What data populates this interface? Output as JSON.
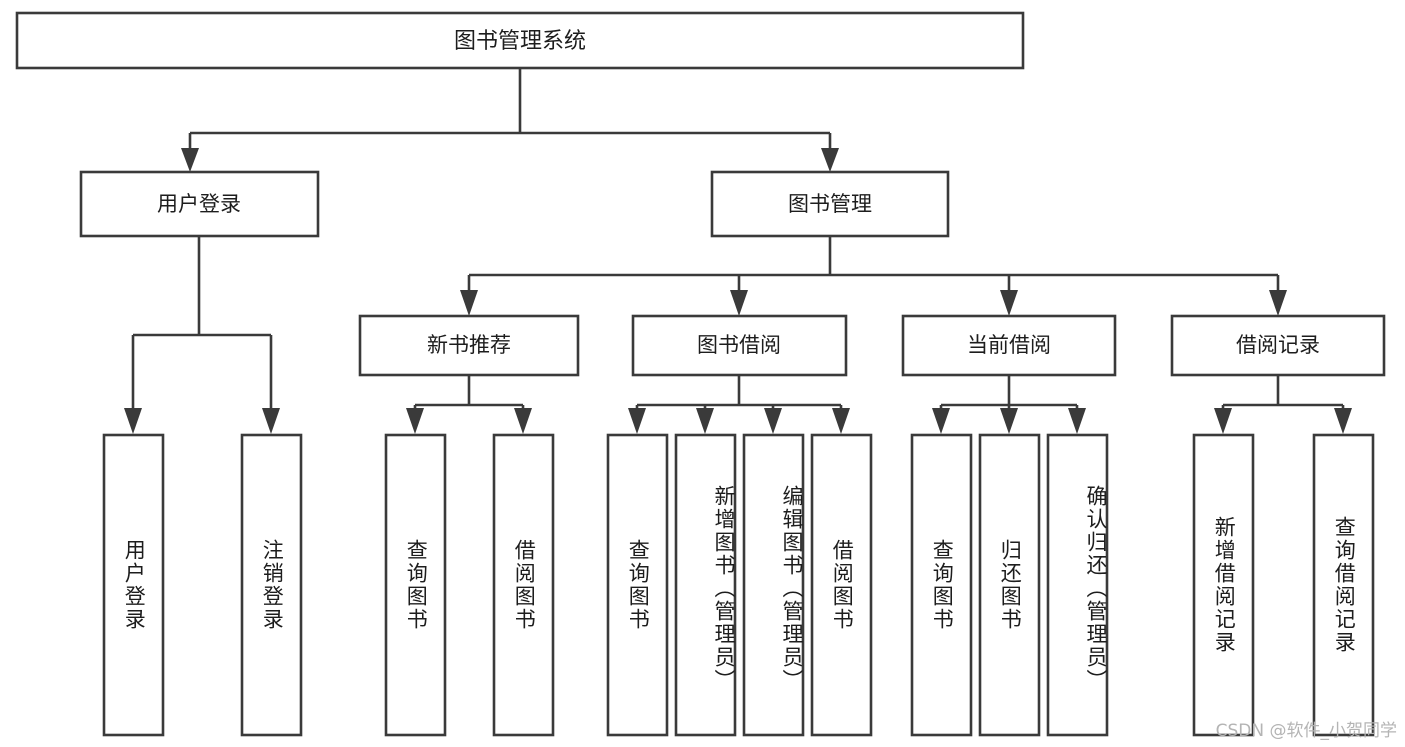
{
  "diagram": {
    "type": "tree",
    "title": "图书管理系统",
    "orientation": "top-down",
    "colors": {
      "box_stroke": "#3a3a3a",
      "box_fill": "#ffffff",
      "text": "#1d1d1d",
      "background": "#ffffff",
      "watermark": "#b4b4b4"
    },
    "root": {
      "label": "图书管理系统"
    },
    "level2": [
      {
        "label": "用户登录"
      },
      {
        "label": "图书管理"
      }
    ],
    "level3": [
      {
        "label": "新书推荐"
      },
      {
        "label": "图书借阅"
      },
      {
        "label": "当前借阅"
      },
      {
        "label": "借阅记录"
      }
    ],
    "leaves": {
      "user_login": [
        {
          "label": "用户登录"
        },
        {
          "label": "注销登录"
        }
      ],
      "new_book_recommend": [
        {
          "label": "查询图书"
        },
        {
          "label": "借阅图书"
        }
      ],
      "book_borrow": [
        {
          "label": "查询图书"
        },
        {
          "label": "新增图书（管理员）"
        },
        {
          "label": "编辑图书（管理员）"
        },
        {
          "label": "借阅图书"
        }
      ],
      "current_borrow": [
        {
          "label": "查询图书"
        },
        {
          "label": "归还图书"
        },
        {
          "label": "确认归还（管理员）"
        }
      ],
      "borrow_record": [
        {
          "label": "新增借阅记录"
        },
        {
          "label": "查询借阅记录"
        }
      ]
    }
  },
  "watermark": {
    "text": "CSDN @软件_小贺同学"
  }
}
